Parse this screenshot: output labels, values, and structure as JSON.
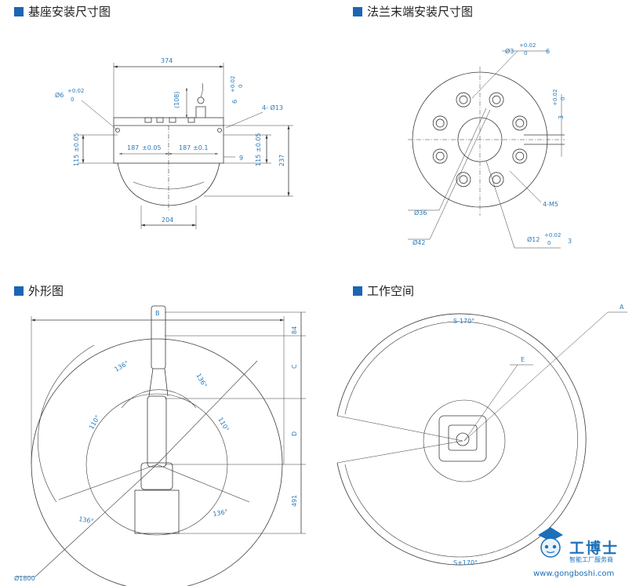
{
  "sections": {
    "base": "基座安装尺寸图",
    "flange": "法兰末端安装尺寸图",
    "outline": "外形图",
    "workspace": "工作空间"
  },
  "colors": {
    "accent": "#1a66b4",
    "dim_text": "#2a7ab8",
    "line": "#3a3a3a"
  },
  "base_dims": {
    "w374": "374",
    "d6": "Ø6",
    "d6_tol_up": "+0.02",
    "d6_tol_low": "0",
    "h108": "(108)",
    "v6": "6",
    "v6_tol_up": "+0.02",
    "v6_tol_low": "0",
    "holes": "4- Ø13",
    "l115": "115",
    "l115_tol": "±0.05",
    "a187": "187",
    "a187_tol": "±0.05",
    "b187": "187",
    "b187_tol": "±0.1",
    "r115": "115",
    "r115_tol": "±0.05",
    "n9": "9",
    "h237": "237",
    "w204": "204"
  },
  "flange_dims": {
    "d3": "Ø3",
    "d3_tol_up": "+0.02",
    "d3_tol_low": "0",
    "d3_depth": "6",
    "v3": "3",
    "v3_tol_up": "+0.02",
    "v3_tol_low": "0",
    "m5": "4-M5",
    "d36": "Ø36",
    "d42": "Ø42",
    "d12": "Ø12",
    "d12_tol_up": "+0.02",
    "d12_tol_low": "0",
    "d12_depth": "3"
  },
  "outline_dims": {
    "b": "B",
    "c": "C",
    "d": "D",
    "v84": "84",
    "v491": "491",
    "a136_1": "136°",
    "a136_2": "136°",
    "a110_1": "110°",
    "a110_2": "110°",
    "a136_3": "136°",
    "a136_4": "136°",
    "d1800": "Ø1800"
  },
  "workspace_dims": {
    "a": "A",
    "e": "E",
    "s_top": "S-170°",
    "s_bot": "S+170°"
  },
  "watermark": {
    "brand": "工博士",
    "subtitle": "智能工厂服务商",
    "url": "www.gongboshi.com"
  }
}
